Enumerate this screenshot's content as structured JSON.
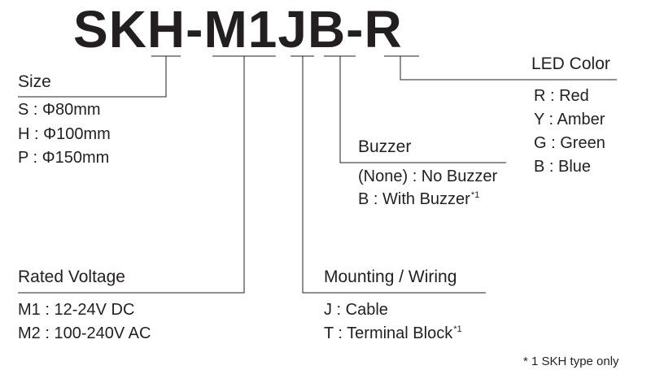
{
  "model_code": "SKH-M1JB-R",
  "sections": {
    "size": {
      "title": "Size",
      "items": [
        "S : Φ80mm",
        "H : Φ100mm",
        "P : Φ150mm"
      ]
    },
    "voltage": {
      "title": "Rated Voltage",
      "items": [
        "M1 : 12-24V DC",
        "M2 : 100-240V AC"
      ]
    },
    "mounting": {
      "title": "Mounting / Wiring",
      "items": [
        "J : Cable",
        "T : Terminal Block"
      ],
      "item2_sup": "*1"
    },
    "buzzer": {
      "title": "Buzzer",
      "items": [
        "(None) : No Buzzer",
        "B : With Buzzer"
      ],
      "item2_sup": "*1"
    },
    "led": {
      "title": "LED Color",
      "items": [
        "R : Red",
        "Y : Amber",
        "G : Green",
        "B : Blue"
      ]
    }
  },
  "footnote": "* 1 SKH type only",
  "line_color": "#231f20"
}
